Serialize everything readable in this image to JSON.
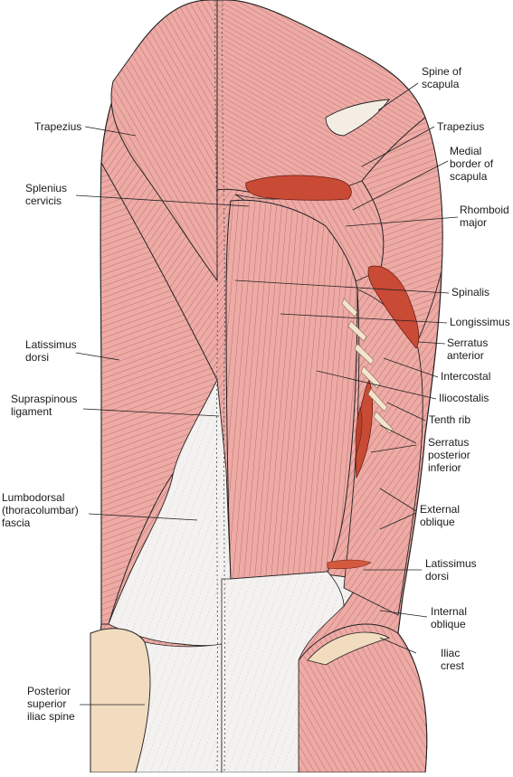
{
  "figure": {
    "left_labels": [
      {
        "id": "trapezius-left",
        "text": "Trapezius"
      },
      {
        "id": "splenius-cervicis",
        "text": "Splenius\ncervicis"
      },
      {
        "id": "latissimus-dorsi-left",
        "text": "Latissimus\ndorsi"
      },
      {
        "id": "supraspinous-ligament",
        "text": "Supraspinous\nligament"
      },
      {
        "id": "lumbodorsal-fascia",
        "text": "Lumbodorsal\n(thoracolumbar)\nfascia"
      },
      {
        "id": "posterior-superior-iliac-spine",
        "text": "Posterior\nsuperior\niliac spine"
      }
    ],
    "right_labels": [
      {
        "id": "spine-of-scapula",
        "text": "Spine of\nscapula"
      },
      {
        "id": "trapezius-right",
        "text": "Trapezius"
      },
      {
        "id": "medial-border-scapula",
        "text": "Medial\nborder of\nscapula"
      },
      {
        "id": "rhomboid-major",
        "text": "Rhomboid\nmajor"
      },
      {
        "id": "spinalis",
        "text": "Spinalis"
      },
      {
        "id": "longissimus",
        "text": "Longissimus"
      },
      {
        "id": "serratus-anterior",
        "text": "Serratus\nanterior"
      },
      {
        "id": "intercostal",
        "text": "Intercostal"
      },
      {
        "id": "iliocostalis",
        "text": "Iliocostalis"
      },
      {
        "id": "tenth-rib",
        "text": "Tenth rib"
      },
      {
        "id": "serratus-posterior-inferior",
        "text": "Serratus\nposterior\ninferior"
      },
      {
        "id": "external-oblique",
        "text": "External\noblique"
      },
      {
        "id": "latissimus-dorsi-right",
        "text": "Latissimus\ndorsi"
      },
      {
        "id": "internal-oblique",
        "text": "Internal\noblique"
      },
      {
        "id": "iliac-crest",
        "text": "Iliac\ncrest"
      }
    ],
    "colors": {
      "muscle": "#eeaaa5",
      "muscle_dark": "#d98a85",
      "muscle_line": "#8a4a48",
      "tendon": "#c94a35",
      "fascia": "#f2f0ee",
      "bone": "#f2dcc0",
      "outline": "#222222"
    }
  }
}
